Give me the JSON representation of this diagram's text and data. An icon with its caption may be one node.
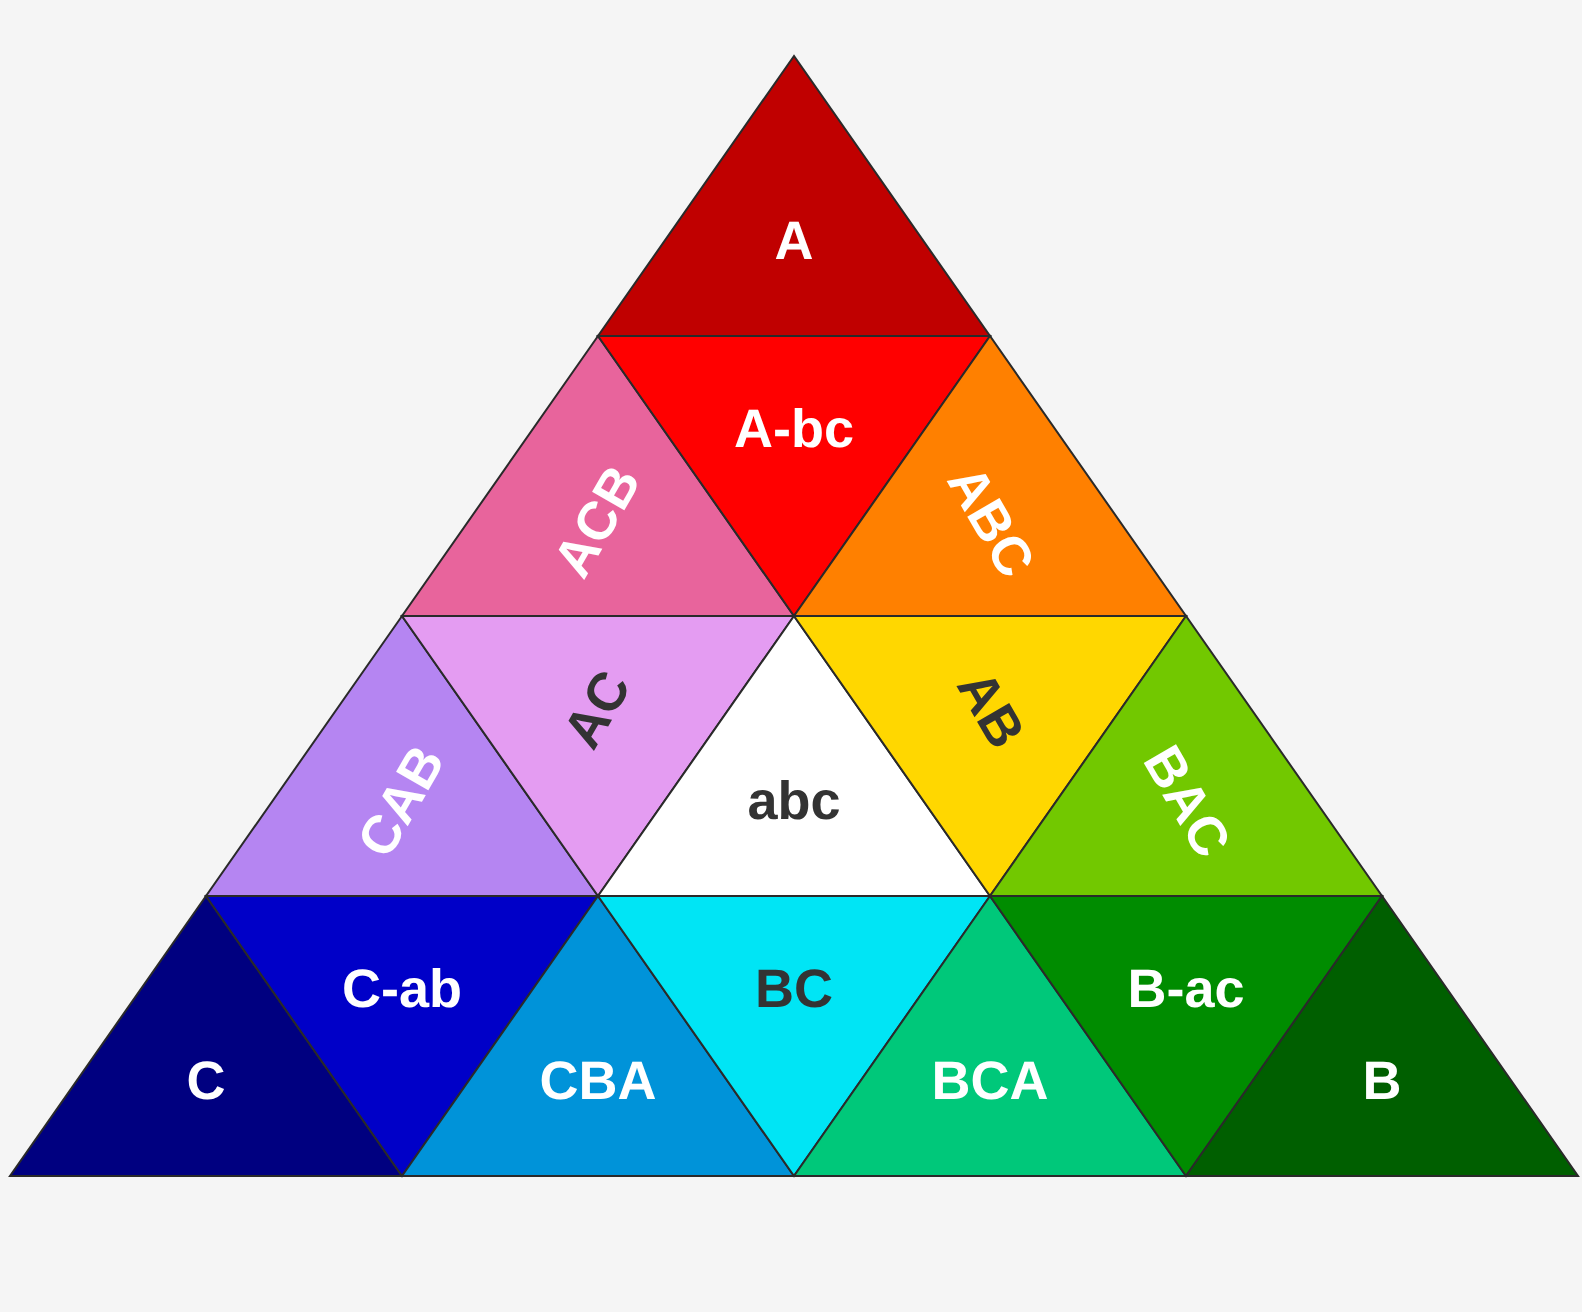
{
  "diagram": {
    "nodes": [
      {
        "text": [
          "A"
        ]
      },
      {
        "text": [
          "ACB"
        ]
      },
      {
        "text": [
          "A-bc"
        ]
      },
      {
        "text": [
          "ABC"
        ]
      },
      {
        "text": [
          "CAB"
        ]
      },
      {
        "text": [
          "AC"
        ]
      },
      {
        "text": [
          "abc"
        ]
      },
      {
        "text": [
          "AB"
        ]
      },
      {
        "text": [
          "BAC"
        ]
      },
      {
        "text": [
          "C"
        ]
      },
      {
        "text": [
          "C-ab"
        ]
      },
      {
        "text": [
          "CBA"
        ]
      },
      {
        "text": [
          "BC"
        ]
      },
      {
        "text": [
          "BCA"
        ]
      },
      {
        "text": [
          "B-ac"
        ]
      },
      {
        "text": [
          "B"
        ]
      }
    ]
  }
}
